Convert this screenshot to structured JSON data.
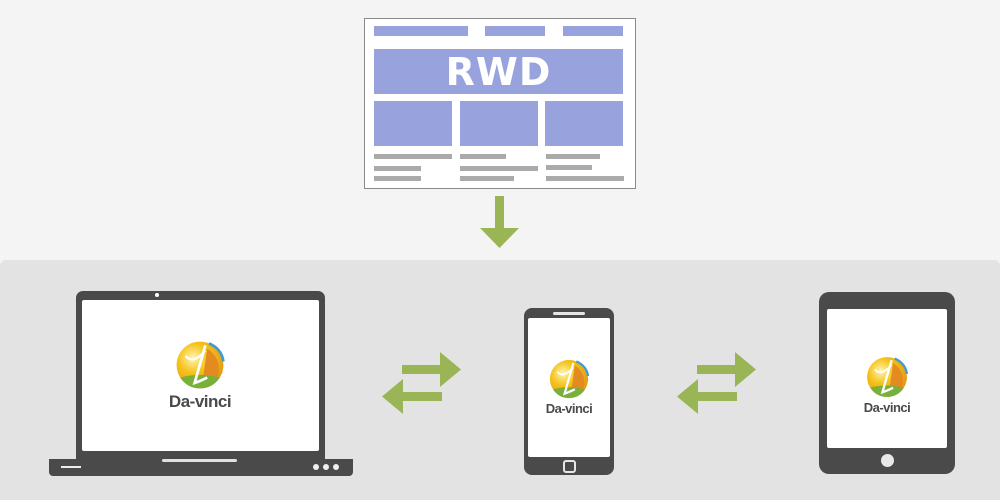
{
  "diagram": {
    "title": "Responsive Web Design illustration",
    "source": {
      "label": "RWD",
      "type": "wireframe-webpage",
      "colors": {
        "block": "#98a3de",
        "text_line": "#aaaaaa",
        "border": "#8a8a8a"
      }
    },
    "flow_arrow": {
      "direction": "down",
      "color": "#9ab555"
    },
    "devices": [
      {
        "type": "laptop",
        "logo_text": "Da-vinci"
      },
      {
        "type": "smartphone",
        "logo_text": "Da-vinci"
      },
      {
        "type": "tablet",
        "logo_text": "Da-vinci"
      }
    ],
    "exchange_arrows": [
      {
        "between": [
          "laptop",
          "smartphone"
        ],
        "direction": "bidirectional"
      },
      {
        "between": [
          "smartphone",
          "tablet"
        ],
        "direction": "bidirectional"
      }
    ],
    "colors": {
      "device_body": "#4a4a4a",
      "arrow": "#9ab555",
      "background_top": "#f4f4f4",
      "background_bottom": "#e3e3e3"
    }
  }
}
